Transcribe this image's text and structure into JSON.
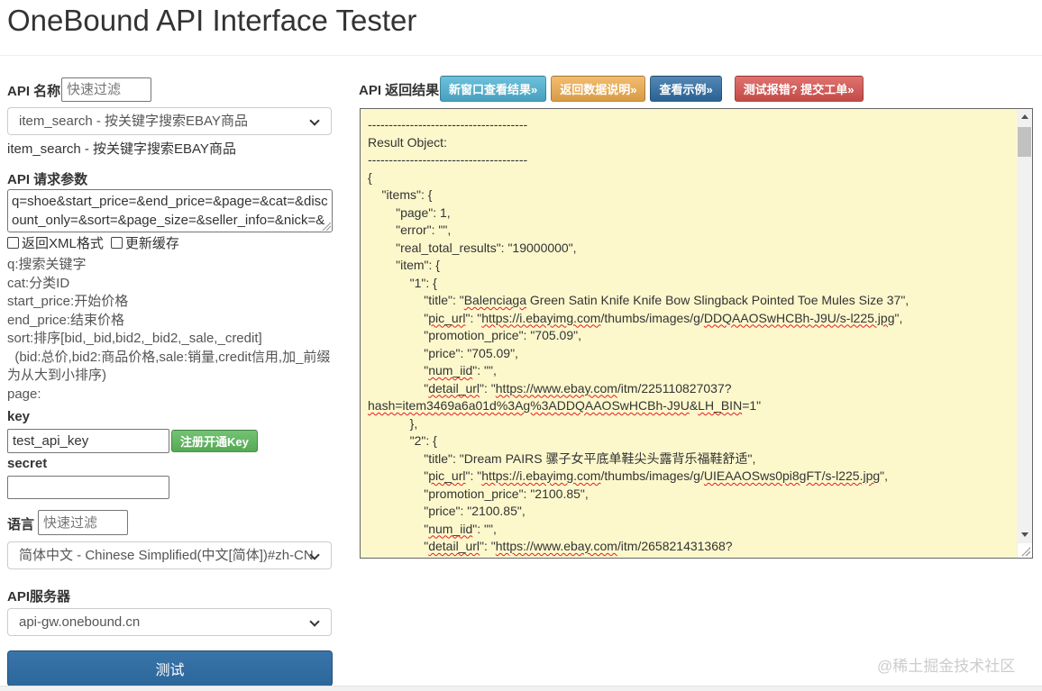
{
  "page": {
    "title": "OneBound API Interface Tester",
    "watermark": "@稀土掘金技术社区"
  },
  "colors": {
    "primary_blue": "#2e6da4",
    "success_green": "#5cb85c",
    "result_background": "#fcf8cc"
  },
  "left": {
    "api_name_label": "API 名称",
    "api_name_filter_placeholder": "快速过滤",
    "api_select_value": "item_search - 按关键字搜索EBAY商品",
    "api_select_caption": "item_search - 按关键字搜索EBAY商品",
    "params_label": "API 请求参数",
    "params_value": "q=shoe&start_price=&end_price=&page=&cat=&discount_only=&sort=&page_size=&seller_info=&nick=&ppath=",
    "checkbox_xml_label": "返回XML格式",
    "checkbox_cache_label": "更新缓存",
    "param_docs": [
      "q:搜索关键字",
      "cat:分类ID",
      "start_price:开始价格",
      "end_price:结束价格",
      "sort:排序[bid,_bid,bid2,_bid2,_sale,_credit]",
      "  (bid:总价,bid2:商品价格,sale:销量,credit信用,加_前缀为从大到小排序)",
      "page:"
    ],
    "key_label": "key",
    "key_value": "test_api_key",
    "register_button_label": "注册开通Key",
    "secret_label": "secret",
    "secret_value": "",
    "lang_label": "语言",
    "lang_filter_placeholder": "快速过滤",
    "lang_select_value": "简体中文 - Chinese Simplified(中文[简体])#zh-CN",
    "server_label": "API服务器",
    "server_select_value": "api-gw.onebound.cn",
    "test_button_label": "测试"
  },
  "right": {
    "result_label": "API 返回结果",
    "buttons": [
      {
        "name": "open-result-new-window-button",
        "label": "新窗口查看结果»",
        "color": "#4db3d4"
      },
      {
        "name": "return-data-doc-button",
        "label": "返回数据说明»",
        "color": "#f0ad4e"
      },
      {
        "name": "view-example-button",
        "label": "查看示例»",
        "color": "#2e6da4"
      },
      {
        "name": "report-error-ticket-button",
        "label": "测试报错? 提交工单»",
        "color": "#d9534f"
      }
    ],
    "result_lines": [
      [
        [
          "--------------------------------------",
          0
        ]
      ],
      [
        [
          "Result Object:",
          0
        ]
      ],
      [
        [
          "--------------------------------------",
          0
        ]
      ],
      [
        [
          "{",
          0
        ]
      ],
      [
        [
          "    \"items\": {",
          0
        ]
      ],
      [
        [
          "        \"page\": 1,",
          0
        ]
      ],
      [
        [
          "        \"error\": \"\",",
          0
        ]
      ],
      [
        [
          "        \"real_total_results\": \"19000000\",",
          0
        ]
      ],
      [
        [
          "        \"item\": {",
          0
        ]
      ],
      [
        [
          "            \"1\": {",
          0
        ]
      ],
      [
        [
          "                \"title\": \"",
          0
        ],
        [
          "Balenciaga",
          1
        ],
        [
          " Green Satin Knife Knife Bow Slingback Pointed Toe Mules Size 37\",",
          0
        ]
      ],
      [
        [
          "                \"",
          0
        ],
        [
          "pic_url",
          1
        ],
        [
          "\": \"",
          0
        ],
        [
          "https://i.ebayimg.com",
          1
        ],
        [
          "/thumbs/images/g/",
          0
        ],
        [
          "DDQAAOSwHCBh-J9U/s-l225.jpg",
          1
        ],
        [
          "\",",
          0
        ]
      ],
      [
        [
          "                \"promotion_price\": \"705.09\",",
          0
        ]
      ],
      [
        [
          "                \"price\": \"705.09\",",
          0
        ]
      ],
      [
        [
          "                \"",
          0
        ],
        [
          "num_iid",
          1
        ],
        [
          "\": \"\",",
          0
        ]
      ],
      [
        [
          "                \"",
          0
        ],
        [
          "detail_url",
          1
        ],
        [
          "\": \"",
          0
        ],
        [
          "https://www.ebay.com",
          1
        ],
        [
          "/itm/225110827037?",
          0
        ]
      ],
      [
        [
          "hash=item3469a6a01d%3Ag%3ADDQAAOSwHCBh-J9U",
          1
        ],
        [
          "&",
          0
        ],
        [
          "LH_BIN",
          1
        ],
        [
          "=1\"",
          0
        ]
      ],
      [
        [
          "            },",
          0
        ]
      ],
      [
        [
          "            \"2\": {",
          0
        ]
      ],
      [
        [
          "                \"title\": \"Dream PAIRS 骡子女平底单鞋尖头露背乐福鞋舒适\",",
          0
        ]
      ],
      [
        [
          "                \"",
          0
        ],
        [
          "pic_url",
          1
        ],
        [
          "\": \"",
          0
        ],
        [
          "https://i.ebayimg.com",
          1
        ],
        [
          "/thumbs/images/g/",
          0
        ],
        [
          "UIEAAOSws0pi8gFT/s-l225.jpg",
          1
        ],
        [
          "\",",
          0
        ]
      ],
      [
        [
          "                \"promotion_price\": \"2100.85\",",
          0
        ]
      ],
      [
        [
          "                \"price\": \"2100.85\",",
          0
        ]
      ],
      [
        [
          "                \"",
          0
        ],
        [
          "num_iid",
          1
        ],
        [
          "\": \"\",",
          0
        ]
      ],
      [
        [
          "                \"",
          0
        ],
        [
          "detail_url",
          1
        ],
        [
          "\": \"",
          0
        ],
        [
          "https://www.ebay.com",
          1
        ],
        [
          "/itm/265821431368?",
          0
        ]
      ]
    ]
  }
}
